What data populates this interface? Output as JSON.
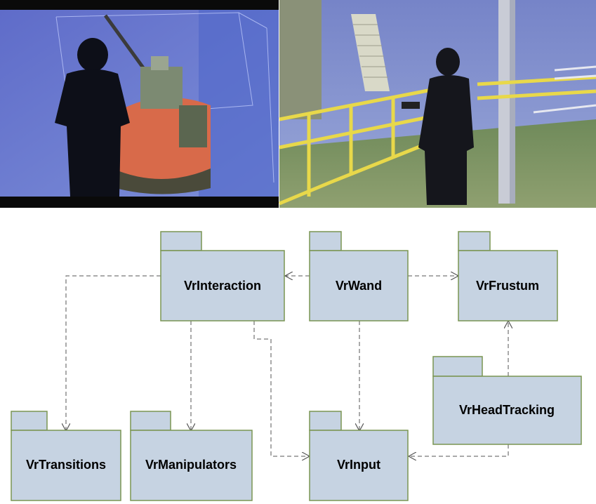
{
  "colors": {
    "package_fill": "#c6d3e2",
    "package_stroke": "#7a9552",
    "dependency_line": "#555555"
  },
  "photos": {
    "left": {
      "scene": "vr-cave-ship-model"
    },
    "right": {
      "scene": "vr-cave-platform-walkthrough"
    }
  },
  "packages": {
    "interaction": "VrInteraction",
    "wand": "VrWand",
    "frustum": "VrFrustum",
    "head_tracking": "VrHeadTracking",
    "transitions": "VrTransitions",
    "manipulators": "VrManipulators",
    "input": "VrInput"
  },
  "dependencies": [
    {
      "from": "VrWand",
      "to": "VrInteraction"
    },
    {
      "from": "VrWand",
      "to": "VrFrustum"
    },
    {
      "from": "VrWand",
      "to": "VrInput"
    },
    {
      "from": "VrInteraction",
      "to": "VrTransitions"
    },
    {
      "from": "VrInteraction",
      "to": "VrManipulators"
    },
    {
      "from": "VrInteraction",
      "to": "VrInput"
    },
    {
      "from": "VrHeadTracking",
      "to": "VrFrustum"
    },
    {
      "from": "VrHeadTracking",
      "to": "VrInput"
    }
  ]
}
